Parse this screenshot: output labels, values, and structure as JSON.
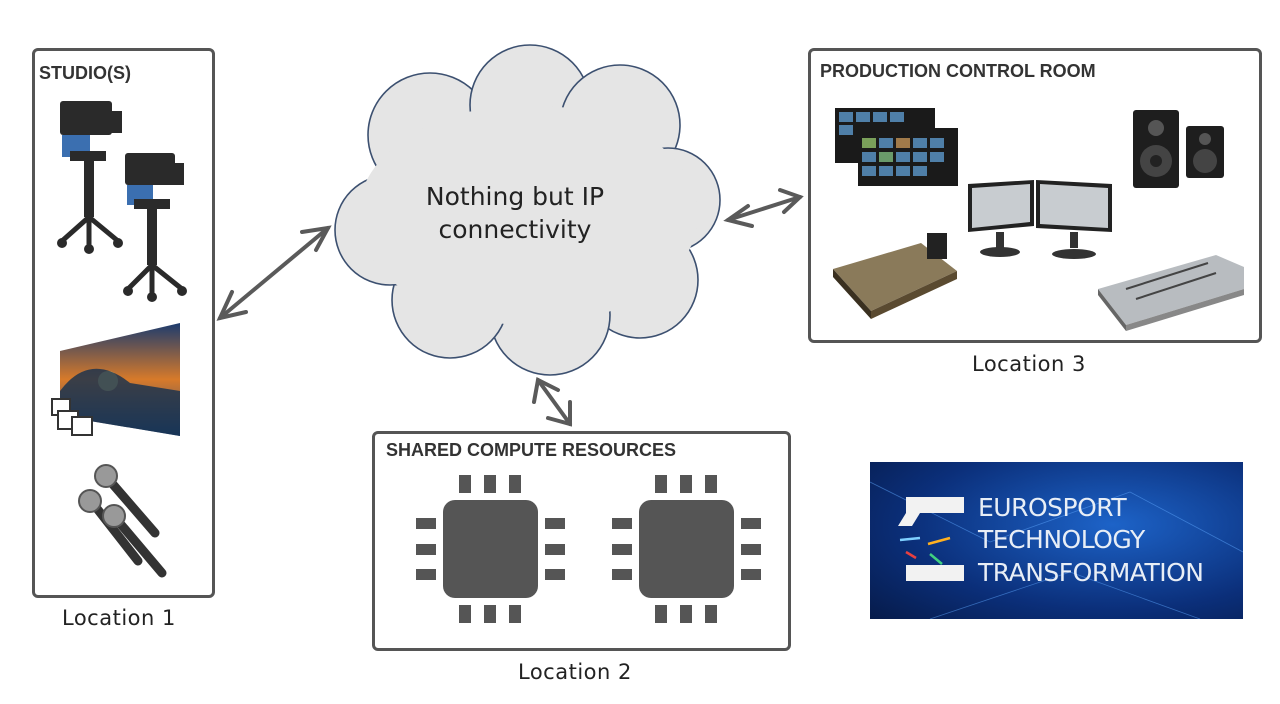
{
  "cloud": {
    "line1": "Nothing but IP",
    "line2": "connectivity"
  },
  "locations": [
    {
      "title": "STUDIO(S)",
      "label": "Location 1"
    },
    {
      "title": "SHARED COMPUTE RESOURCES",
      "label": "Location 2"
    },
    {
      "title": "PRODUCTION CONTROL ROOM",
      "label": "Location 3"
    }
  ],
  "brand": {
    "line1": "EUROSPORT",
    "line2": "TECHNOLOGY",
    "line3": "TRANSFORMATION"
  },
  "colors": {
    "border": "#555555",
    "arrow": "#5a5a5a",
    "cloud_fill": "#e5e5e5",
    "cloud_stroke": "#3c5070",
    "chip": "#555555",
    "banner_bg": "#0a2a6e"
  }
}
